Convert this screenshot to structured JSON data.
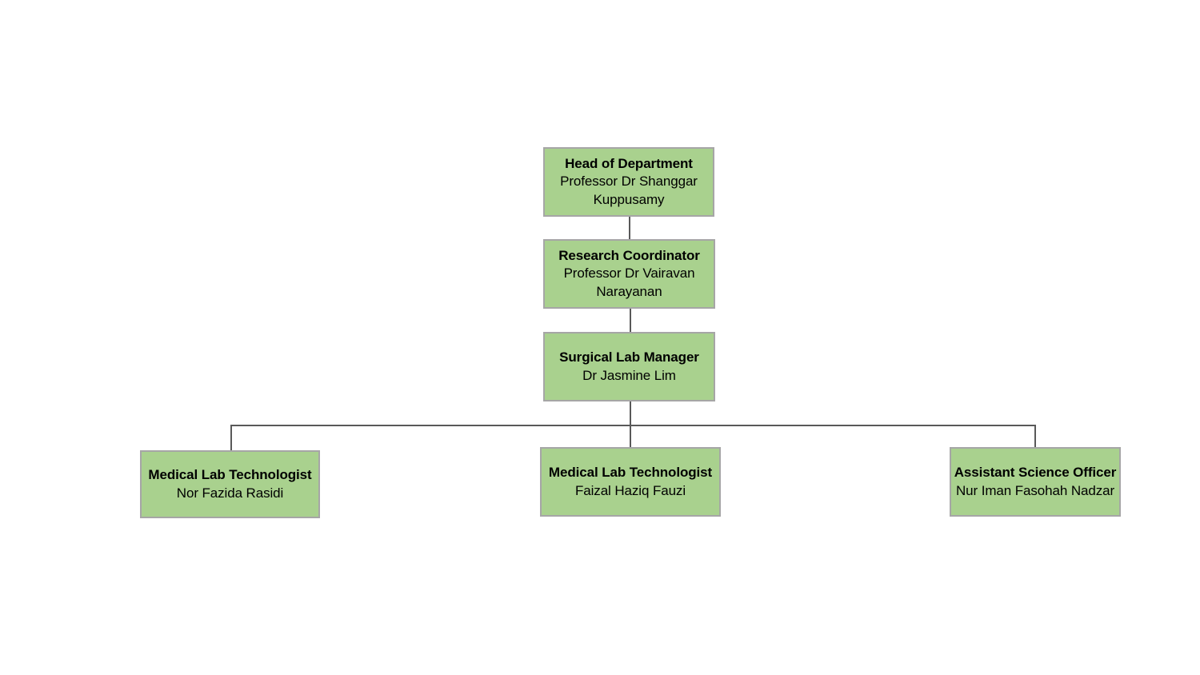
{
  "chart_data": {
    "type": "diagram",
    "diagram_type": "organizational-chart",
    "title": "",
    "orientation": "top-down",
    "node_fill_color": "#a9d18e",
    "node_border_color": "#a6a6a6",
    "connector_color": "#595959",
    "background_color": "#ffffff",
    "levels": [
      {
        "level": 1,
        "nodes": [
          {
            "id": "hod",
            "title": "Head of Department",
            "name": "Professor Dr Shanggar Kuppusamy"
          }
        ]
      },
      {
        "level": 2,
        "nodes": [
          {
            "id": "research-coordinator",
            "title": "Research Coordinator",
            "name": "Professor Dr Vairavan Narayanan"
          }
        ]
      },
      {
        "level": 3,
        "nodes": [
          {
            "id": "surgical-lab-manager",
            "title": "Surgical Lab Manager",
            "name": "Dr Jasmine Lim"
          }
        ]
      },
      {
        "level": 4,
        "nodes": [
          {
            "id": "mlt-left",
            "title": "Medical Lab Technologist",
            "name": "Nor Fazida Rasidi"
          },
          {
            "id": "mlt-center",
            "title": "Medical Lab Technologist",
            "name": "Faizal Haziq Fauzi"
          },
          {
            "id": "assistant-science-officer",
            "title": "Assistant Science Officer",
            "name": "Nur Iman Fasohah Nadzar"
          }
        ]
      }
    ],
    "edges": [
      {
        "from": "hod",
        "to": "research-coordinator"
      },
      {
        "from": "research-coordinator",
        "to": "surgical-lab-manager"
      },
      {
        "from": "surgical-lab-manager",
        "to": "mlt-left"
      },
      {
        "from": "surgical-lab-manager",
        "to": "mlt-center"
      },
      {
        "from": "surgical-lab-manager",
        "to": "assistant-science-officer"
      }
    ]
  },
  "nodes": {
    "hod": {
      "title": "Head of Department",
      "name": "Professor Dr Shanggar Kuppusamy"
    },
    "research_coordinator": {
      "title": "Research Coordinator",
      "name": "Professor Dr Vairavan Narayanan"
    },
    "surgical_lab_manager": {
      "title": "Surgical Lab Manager",
      "name": "Dr Jasmine Lim"
    },
    "mlt_left": {
      "title": "Medical Lab Technologist",
      "name": "Nor Fazida Rasidi"
    },
    "mlt_center": {
      "title": "Medical Lab Technologist",
      "name": "Faizal Haziq Fauzi"
    },
    "assistant_science_officer": {
      "title": "Assistant Science Officer",
      "name": "Nur Iman Fasohah Nadzar"
    }
  }
}
